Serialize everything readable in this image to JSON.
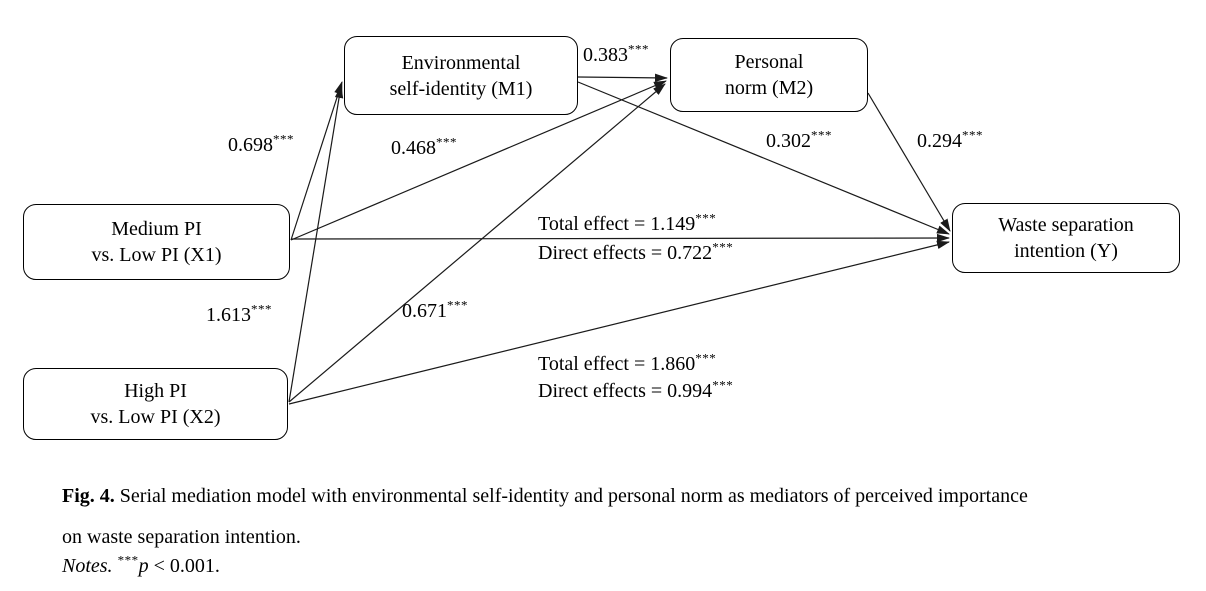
{
  "model": {
    "nodes": {
      "x1": {
        "line1": "Medium PI",
        "line2": "vs. Low PI (X1)"
      },
      "x2": {
        "line1": "High PI",
        "line2": "vs. Low PI (X2)"
      },
      "m1": {
        "line1": "Environmental",
        "line2": "self-identity (M1)"
      },
      "m2": {
        "line1": "Personal",
        "line2": "norm (M2)"
      },
      "y": {
        "line1": "Waste separation",
        "line2": "intention (Y)"
      }
    },
    "paths": {
      "x1_m1": {
        "from": "X1",
        "to": "M1",
        "value": "0.698",
        "sig": "***"
      },
      "x1_m2": {
        "from": "X1",
        "to": "M2",
        "value": "0.468",
        "sig": "***"
      },
      "x2_m1": {
        "from": "X2",
        "to": "M1",
        "value": "1.613",
        "sig": "***"
      },
      "x2_m2": {
        "from": "X2",
        "to": "M2",
        "value": "0.671",
        "sig": "***"
      },
      "m1_m2": {
        "from": "M1",
        "to": "M2",
        "value": "0.383",
        "sig": "***"
      },
      "m1_y": {
        "from": "M1",
        "to": "Y",
        "value": "0.302",
        "sig": "***"
      },
      "m2_y": {
        "from": "M2",
        "to": "Y",
        "value": "0.294",
        "sig": "***"
      }
    },
    "effects": {
      "x1_total": {
        "text": "Total effect = 1.149",
        "sig": "***"
      },
      "x1_direct": {
        "text": "Direct effects = 0.722",
        "sig": "***"
      },
      "x2_total": {
        "text": "Total effect = 1.860",
        "sig": "***"
      },
      "x2_direct": {
        "text": "Direct effects = 0.994",
        "sig": "***"
      }
    }
  },
  "caption": {
    "label": "Fig. 4.",
    "line1": " Serial mediation model with environmental self-identity and personal norm as mediators of perceived importance",
    "line2": "on waste separation intention."
  },
  "notes": {
    "label": "Notes. ",
    "stars": "***",
    "p": "p",
    "rest": " < 0.001."
  },
  "colors": {
    "background": "#ffffff",
    "line": "#1a1a1a",
    "text": "#000000"
  }
}
